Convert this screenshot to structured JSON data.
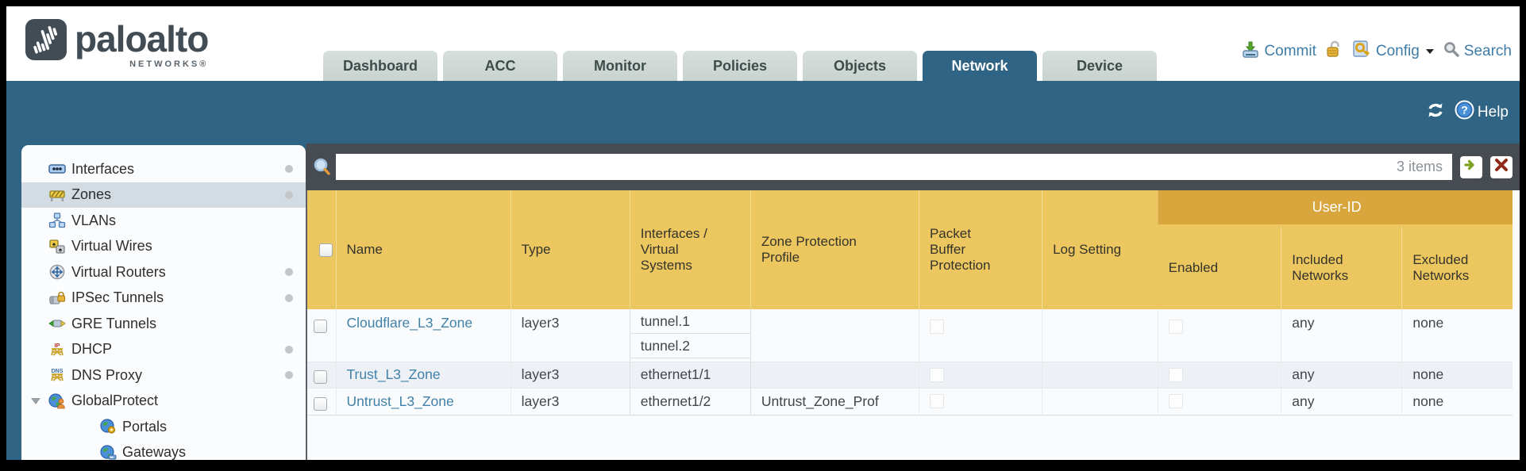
{
  "header": {
    "brand": {
      "name": "paloalto",
      "sub": "NETWORKS®"
    },
    "tabs": [
      {
        "label": "Dashboard",
        "active": false
      },
      {
        "label": "ACC",
        "active": false
      },
      {
        "label": "Monitor",
        "active": false
      },
      {
        "label": "Policies",
        "active": false
      },
      {
        "label": "Objects",
        "active": false
      },
      {
        "label": "Network",
        "active": true
      },
      {
        "label": "Device",
        "active": false
      }
    ],
    "actions": {
      "commit": "Commit",
      "config": "Config",
      "search": "Search"
    }
  },
  "band": {
    "help_label": "Help"
  },
  "sidebar": {
    "items": [
      {
        "label": "Interfaces",
        "icon": "interfaces-icon",
        "dot": true,
        "selected": false
      },
      {
        "label": "Zones",
        "icon": "zones-icon",
        "dot": true,
        "selected": true
      },
      {
        "label": "VLANs",
        "icon": "vlans-icon",
        "dot": false,
        "selected": false
      },
      {
        "label": "Virtual Wires",
        "icon": "virtual-wires-icon",
        "dot": false,
        "selected": false
      },
      {
        "label": "Virtual Routers",
        "icon": "virtual-routers-icon",
        "dot": true,
        "selected": false
      },
      {
        "label": "IPSec Tunnels",
        "icon": "ipsec-tunnels-icon",
        "dot": true,
        "selected": false
      },
      {
        "label": "GRE Tunnels",
        "icon": "gre-tunnels-icon",
        "dot": false,
        "selected": false
      },
      {
        "label": "DHCP",
        "icon": "dhcp-icon",
        "dot": true,
        "selected": false
      },
      {
        "label": "DNS Proxy",
        "icon": "dns-proxy-icon",
        "dot": true,
        "selected": false
      },
      {
        "label": "GlobalProtect",
        "icon": "globalprotect-icon",
        "dot": false,
        "selected": false,
        "expanded": true
      },
      {
        "label": "Portals",
        "icon": "portals-icon",
        "dot": false,
        "selected": false,
        "child": true
      },
      {
        "label": "Gateways",
        "icon": "gateways-icon",
        "dot": false,
        "selected": false,
        "child": true
      }
    ]
  },
  "filter": {
    "value": "",
    "count": "3 items"
  },
  "table": {
    "group_header": "User-ID",
    "columns": [
      "Name",
      "Type",
      "Interfaces / Virtual Systems",
      "Zone Protection Profile",
      "Packet Buffer Protection",
      "Log Setting",
      "Enabled",
      "Included Networks",
      "Excluded Networks"
    ],
    "rows": [
      {
        "name": "Cloudflare_L3_Zone",
        "type": "layer3",
        "interfaces": [
          "tunnel.1",
          "tunnel.2"
        ],
        "zone_protection_profile": "",
        "log_setting": "",
        "included_networks": "any",
        "excluded_networks": "none"
      },
      {
        "name": "Trust_L3_Zone",
        "type": "layer3",
        "interfaces": [
          "ethernet1/1"
        ],
        "zone_protection_profile": "",
        "log_setting": "",
        "included_networks": "any",
        "excluded_networks": "none"
      },
      {
        "name": "Untrust_L3_Zone",
        "type": "layer3",
        "interfaces": [
          "ethernet1/2"
        ],
        "zone_protection_profile": "Untrust_Zone_Prof",
        "log_setting": "",
        "included_networks": "any",
        "excluded_networks": "none"
      }
    ]
  },
  "colors": {
    "teal_band": "#306485",
    "slate_bar": "#474c53",
    "header_gold": "#ecc65e",
    "userid_gold": "#d9a63d",
    "link_blue": "#4181a8",
    "alt_row": "#edf1f5",
    "tab_inactive": "#cdd7d3",
    "action_blue": "#3e7ca8"
  }
}
